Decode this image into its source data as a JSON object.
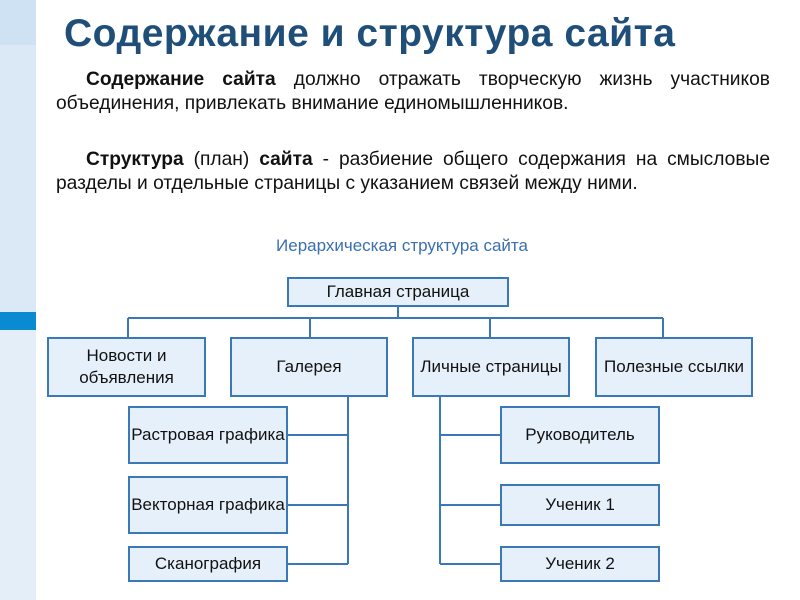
{
  "title": "Содержание и структура сайта",
  "paragraph1": {
    "term1": "Содержание сайта",
    "text1": " должно отражать творческую жизнь участников объединения, привлекать внимание единомышленников."
  },
  "paragraph2": {
    "term1": "Структура",
    "text1": " (план) ",
    "term2": "сайта",
    "text2": " - разбиение общего содержания на смысловые разделы и отдельные страницы с указанием связей между ними."
  },
  "diagram": {
    "subtitle": "Иерархическая структура сайта",
    "root": "Главная страница",
    "sections": {
      "news": "Новости и объявления",
      "gallery": "Галерея",
      "personal": "Личные страницы",
      "links": "Полезные ссылки"
    },
    "gallery_children": {
      "raster": "Растровая графика",
      "vector": "Векторная графика",
      "scan": "Сканография"
    },
    "personal_children": {
      "leader": "Руководитель",
      "student1": "Ученик 1",
      "student2": "Ученик 2"
    }
  },
  "colors": {
    "title": "#1f4e79",
    "subtitle": "#3a6fb0",
    "node_border": "#3a78b8",
    "node_fill": "#e6f0fa"
  }
}
